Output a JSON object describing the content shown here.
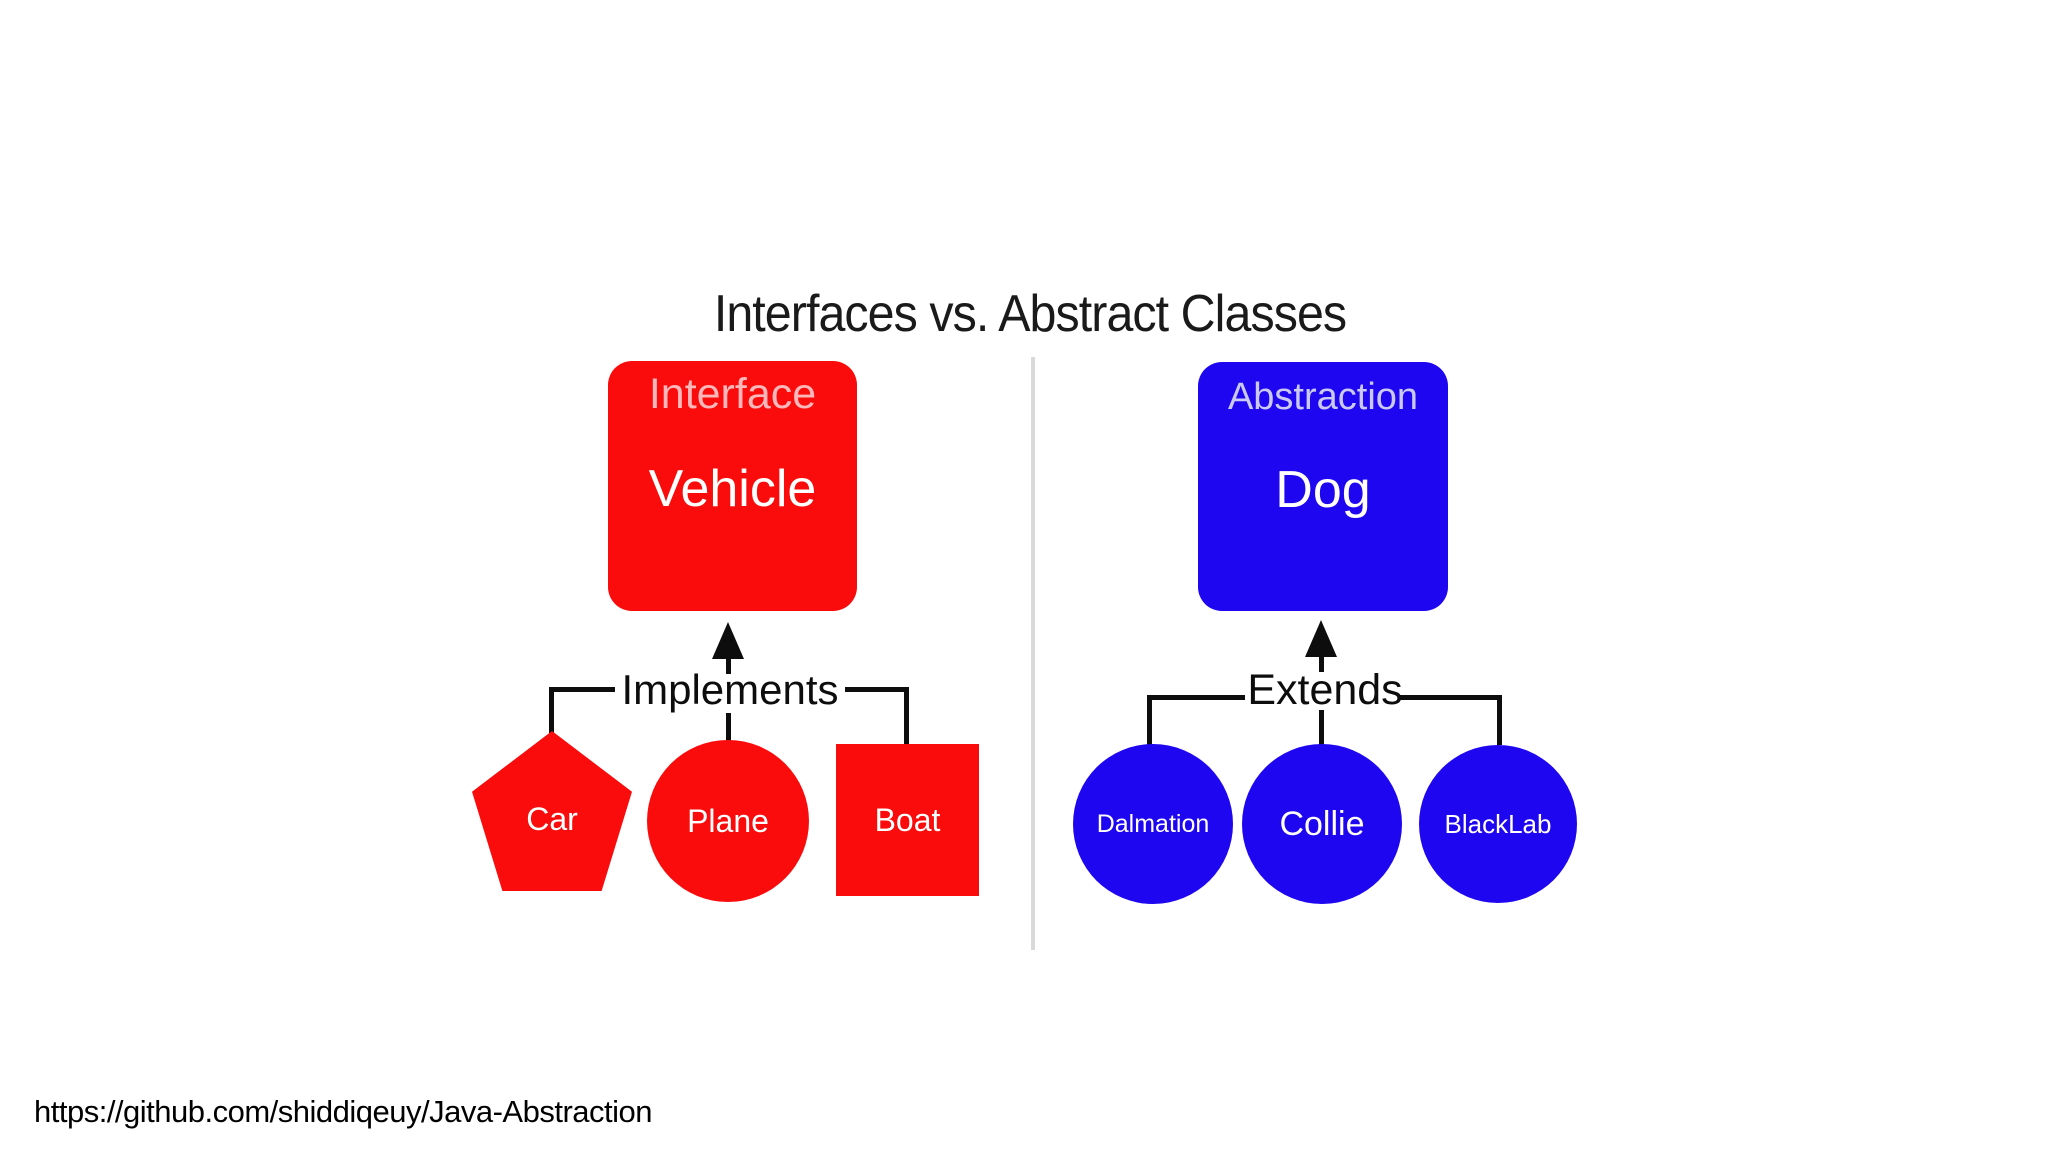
{
  "title": "Interfaces vs. Abstract Classes",
  "footer_url": "https://github.com/shiddiqeuy/Java-Abstraction",
  "colors": {
    "interface_red": "#f90c0b",
    "abstraction_blue": "#1f06f0",
    "interface_tag_text": "#fbb7ba",
    "abstraction_tag_text": "#c9c9f4",
    "connector_black": "#0d0d0d",
    "divider_gray": "#d9d9d9"
  },
  "interface_panel": {
    "box_tag": "Interface",
    "box_name": "Vehicle",
    "relation": "Implements",
    "children": [
      {
        "label": "Car",
        "shape": "pentagon"
      },
      {
        "label": "Plane",
        "shape": "circle"
      },
      {
        "label": "Boat",
        "shape": "square"
      }
    ]
  },
  "abstraction_panel": {
    "box_tag": "Abstraction",
    "box_name": "Dog",
    "relation": "Extends",
    "children": [
      {
        "label": "Dalmation",
        "shape": "circle"
      },
      {
        "label": "Collie",
        "shape": "circle"
      },
      {
        "label": "BlackLab",
        "shape": "circle"
      }
    ]
  }
}
